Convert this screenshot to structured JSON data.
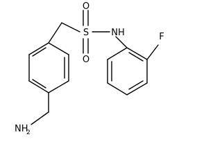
{
  "molecule": {
    "atoms": {
      "sulfur": "S",
      "oxygen_top": "O",
      "oxygen_bottom": "O",
      "amide_nitrogen": "NH",
      "fluorine": "F",
      "amine_nitrogen": "NH",
      "amine_subscript": "2"
    }
  }
}
